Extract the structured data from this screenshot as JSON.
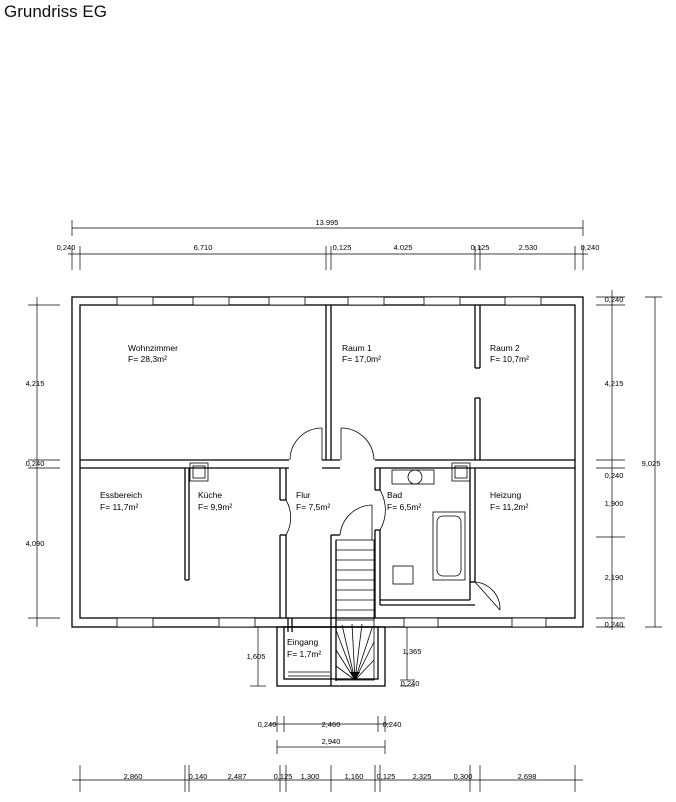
{
  "title": "Grundriss EG",
  "rooms": [
    {
      "name": "Wohnzimmer",
      "area": "F= 28,3m²"
    },
    {
      "name": "Raum 1",
      "area": "F= 17,0m²"
    },
    {
      "name": "Raum 2",
      "area": "F= 10,7m²"
    },
    {
      "name": "Essbereich",
      "area": "F= 11,7m²"
    },
    {
      "name": "Küche",
      "area": "F= 9,9m²"
    },
    {
      "name": "Flur",
      "area": "F= 7,5m²"
    },
    {
      "name": "Bad",
      "area": "F= 6,5m²"
    },
    {
      "name": "Heizung",
      "area": "F= 11,2m²"
    },
    {
      "name": "Eingang",
      "area": "F= 1,7m²"
    }
  ],
  "dims": {
    "overall_width": "13.995",
    "top_segments": [
      "0,240",
      "6.710",
      "0,125",
      "4.025",
      "0,125",
      "2.530",
      "0,240"
    ],
    "left_segments": [
      "4,215",
      "0,240",
      "4,090"
    ],
    "right_segments": [
      "0,240",
      "4,215",
      "0,240",
      "1,900",
      "2,190",
      "0,240"
    ],
    "overall_depth": "9,025",
    "entrance_depth": "1,605",
    "stair_depth": "1,365",
    "stair_wall": "0,240",
    "entrance_segments": [
      "0,240",
      "2,460",
      "0,240"
    ],
    "entrance_width": "2,940",
    "bottom_segments": [
      "2,860",
      "0,140",
      "2,487",
      "0,125",
      "1,300",
      "1,160",
      "0,125",
      "2,325",
      "0,300",
      "2,698"
    ]
  }
}
